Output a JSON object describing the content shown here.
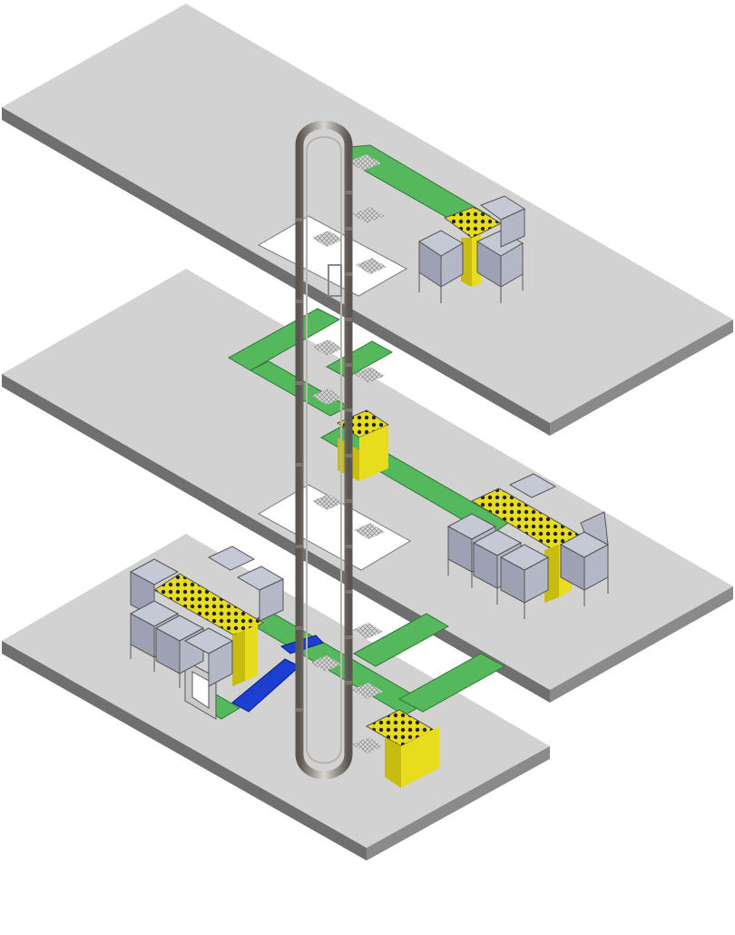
{
  "scene": {
    "floors": [
      {
        "name": "top-floor",
        "items": [
          "conveyor",
          "sorting-station",
          "collection-bins"
        ]
      },
      {
        "name": "middle-floor",
        "items": [
          "conveyor",
          "sorting-station",
          "collection-bins"
        ]
      },
      {
        "name": "bottom-floor",
        "items": [
          "conveyor",
          "sorting-station",
          "collection-bins",
          "loading-ramp",
          "door-frame"
        ]
      }
    ],
    "elevator": "vertical-loop-elevator",
    "colors": {
      "floor_top": "#d2d2d2",
      "floor_edge": "#6f6f6f",
      "conveyor": "#55b85c",
      "station": "#e8dc1f",
      "station_dots": "#222222",
      "bins": "#a8abbb",
      "ramp": "#1c3fd1",
      "rail": "#8a8580"
    }
  }
}
